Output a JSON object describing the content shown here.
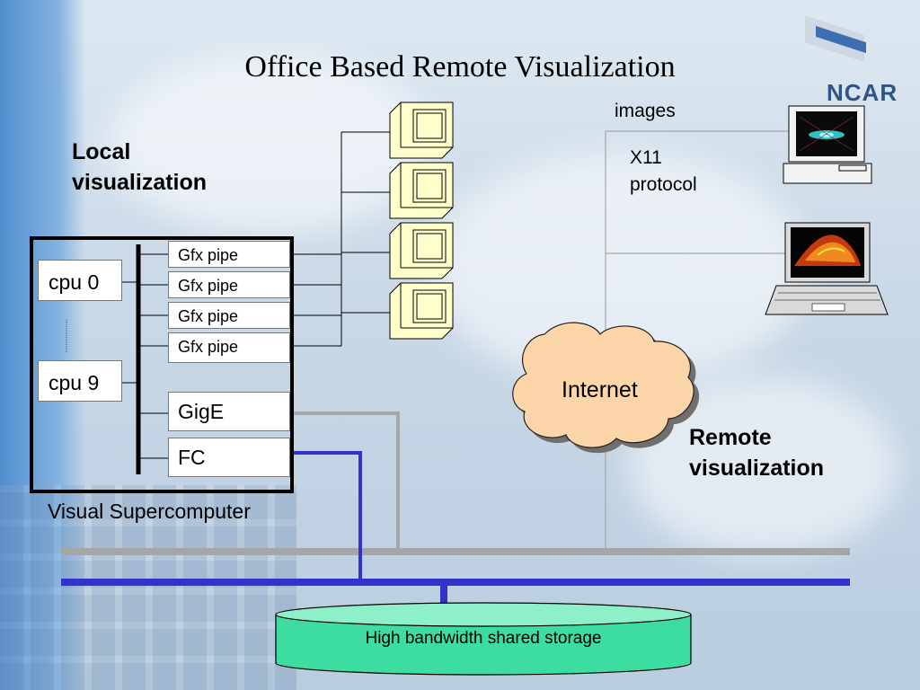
{
  "slide": {
    "title": "Office Based Remote Visualization",
    "logo_text": "NCAR",
    "local_label_line1": "Local",
    "local_label_line2": "visualization",
    "remote_label_line1": "Remote",
    "remote_label_line2": "visualization"
  },
  "supercomputer": {
    "label": "Visual Supercomputer",
    "cpus": [
      "cpu 0",
      "cpu 9"
    ],
    "gfx_pipes": [
      "Gfx pipe",
      "Gfx pipe",
      "Gfx pipe",
      "Gfx pipe"
    ],
    "gige": "GigE",
    "fc": "FC"
  },
  "network": {
    "internet": "Internet",
    "images": "images",
    "x11_line1": "X11",
    "x11_line2": "protocol"
  },
  "storage": {
    "label": "High bandwidth shared storage"
  },
  "colors": {
    "gige_line": "#a6a6a6",
    "fc_line": "#3333cc",
    "storage_fill": "#3ddca0",
    "cloud_fill": "#fcd5a8",
    "monitor_fill": "#ffffcc"
  }
}
